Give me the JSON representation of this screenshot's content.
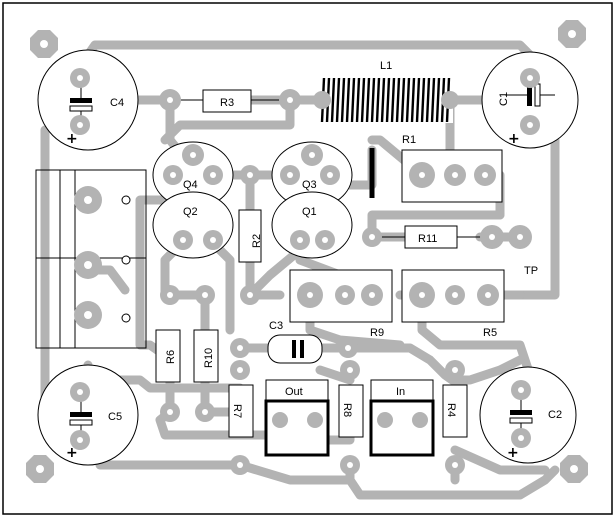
{
  "board": {
    "colors": {
      "background": "#ffffff",
      "border": "#000000",
      "trace": "#b3b3b3",
      "pad": "#b3b3b3",
      "pad_hole": "#ffffff",
      "outline": "#000000"
    }
  },
  "components": {
    "L1": "L1",
    "R1": "R1",
    "R2": "R2",
    "R3": "R3",
    "R4": "R4",
    "R5": "R5",
    "R6": "R6",
    "R7": "R7",
    "R8": "R8",
    "R9": "R9",
    "R10": "R10",
    "R11": "R11",
    "C1": "C1",
    "C2": "C2",
    "C3": "C3",
    "C4": "C4",
    "C5": "C5",
    "Q1": "Q1",
    "Q2": "Q2",
    "Q3": "Q3",
    "Q4": "Q4",
    "TP": "TP",
    "out": "Out",
    "in": "In",
    "plus": "+"
  }
}
